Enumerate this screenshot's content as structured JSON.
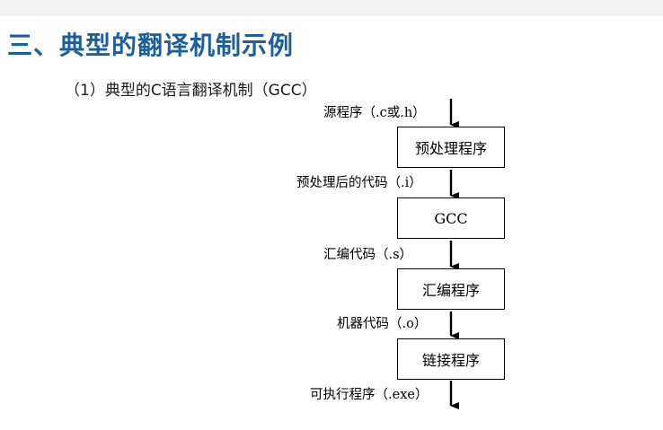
{
  "title": "三、典型的翻译机制示例",
  "subtitle": "（1）典型的C语言翻译机制（GCC）",
  "flow": {
    "labels": [
      "源程序（.c或.h）",
      "预处理后的代码（.i）",
      "汇编代码（.s）",
      "机器代码（.o）",
      "可执行程序（.exe）"
    ],
    "boxes": [
      "预处理程序",
      "GCC",
      "汇编程序",
      "链接程序"
    ]
  }
}
